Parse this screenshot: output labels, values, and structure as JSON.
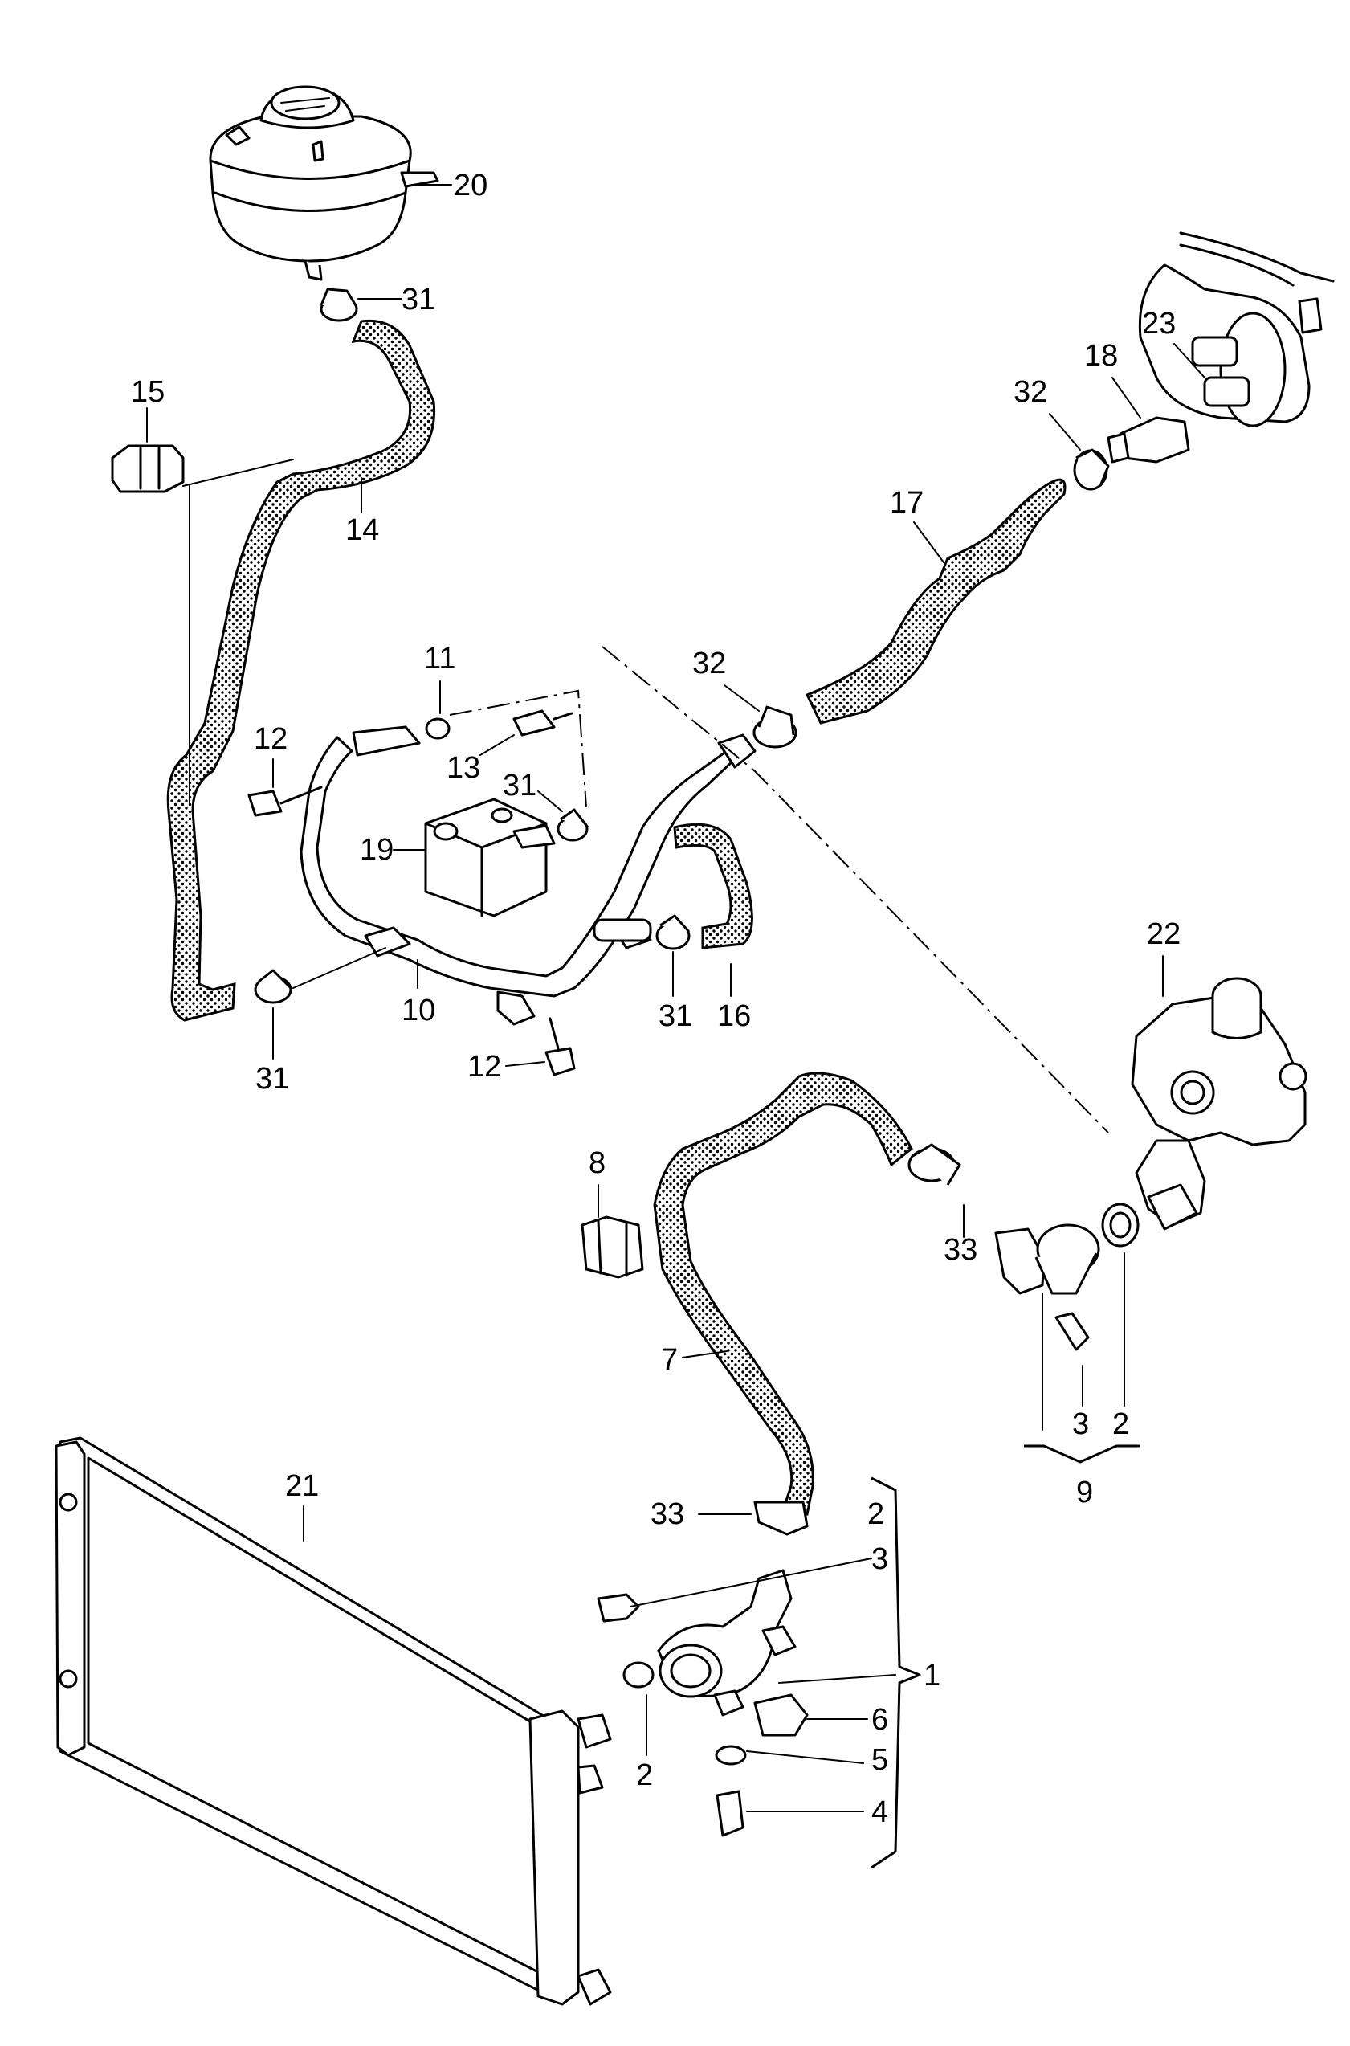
{
  "callouts": {
    "c20": "20",
    "c31a": "31",
    "c15": "15",
    "c14": "14",
    "c23": "23",
    "c18": "18",
    "c32a": "32",
    "c17": "17",
    "c11": "11",
    "c32b": "32",
    "c12a": "12",
    "c13": "13",
    "c31b": "31",
    "c19": "19",
    "c10": "10",
    "c31c": "31",
    "c16": "16",
    "c31d": "31",
    "c12b": "12",
    "c22": "22",
    "c8": "8",
    "c33a": "33",
    "c7": "7",
    "c3a": "3",
    "c2a": "2",
    "c9": "9",
    "c21": "21",
    "c2b": "2",
    "c33b": "33",
    "c3b": "3",
    "c1": "1",
    "c6": "6",
    "c5": "5",
    "c2c": "2",
    "c4": "4"
  }
}
